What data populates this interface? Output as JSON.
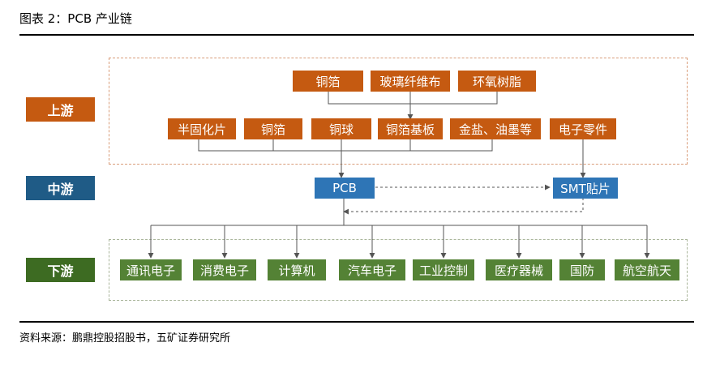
{
  "figure": {
    "title": "图表 2：PCB 产业链"
  },
  "source": "资料来源：鹏鼎控股招股书，五矿证券研究所",
  "colors": {
    "upstream": "#c55a11",
    "midstream": "#2e75b6",
    "downstream": "#548235",
    "upstream_tier": "#c55a11",
    "midstream_tier": "#1f5b86",
    "downstream_tier": "#3d6b22",
    "upstream_border": "#d99d7a",
    "downstream_border": "#a9b59a",
    "line": "#555555"
  },
  "tiers": {
    "upstream": "上游",
    "midstream": "中游",
    "downstream": "下游"
  },
  "upstream": {
    "raw_materials": [
      "铜箔",
      "玻璃纤维布",
      "环氧树脂"
    ],
    "materials": [
      "半固化片",
      "铜箔",
      "铜球",
      "铜箔基板",
      "金盐、油墨等"
    ],
    "components": "电子零件"
  },
  "midstream": {
    "pcb": "PCB",
    "smt": "SMT贴片"
  },
  "downstream": [
    "通讯电子",
    "消费电子",
    "计算机",
    "汽车电子",
    "工业控制",
    "医疗器械",
    "国防",
    "航空航天"
  ]
}
